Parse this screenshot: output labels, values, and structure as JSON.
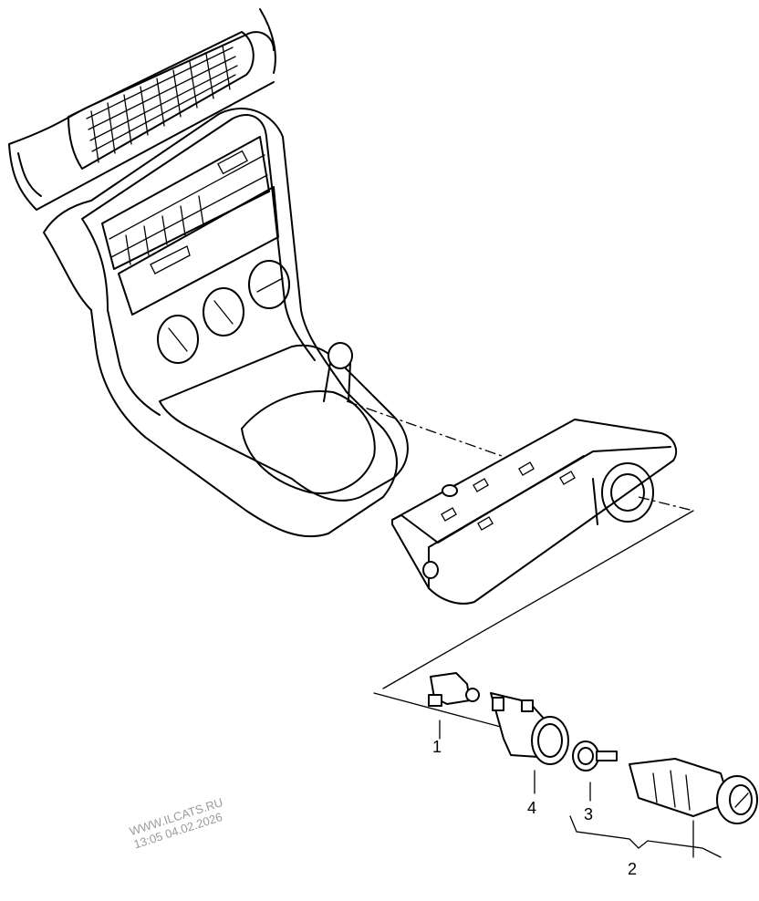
{
  "callouts": {
    "item_1": "1",
    "item_2": "2",
    "item_3": "3",
    "item_4": "4"
  },
  "watermark": {
    "line1": "WWW.ILCATS.RU",
    "line2": "13:05 04.02.2026"
  }
}
